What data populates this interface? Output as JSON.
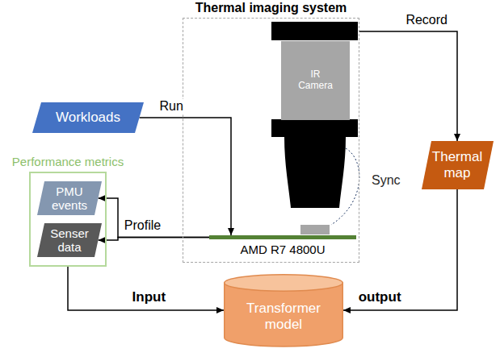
{
  "diagram": {
    "nodes": [
      {
        "text": [
          "Thermal imaging system"
        ]
      },
      {
        "text": [
          "IR Camera"
        ],
        "in": 0
      },
      {
        "text": [
          "AMD R7 4800U"
        ],
        "in": 0
      },
      {
        "text": [
          "Workloads"
        ]
      },
      {
        "text": [
          "Performance metrics"
        ]
      },
      {
        "text": [
          "PMU events"
        ],
        "in": 4
      },
      {
        "text": [
          "Senser data"
        ],
        "in": 4
      },
      {
        "text": [
          "Thermal map"
        ]
      },
      {
        "text": [
          "Transformer model"
        ]
      }
    ],
    "edges": [
      {
        "from": 3,
        "to": 2,
        "label": "Run",
        "arrow": "to"
      },
      {
        "from": 2,
        "to": 5,
        "label": "Profile",
        "arrow": "to"
      },
      {
        "from": 2,
        "to": 6,
        "arrow": "to"
      },
      {
        "from": 1,
        "to": 7,
        "label": "Record",
        "arrow": "to"
      },
      {
        "from": 4,
        "to": 8,
        "label": "Input",
        "arrow": "to"
      },
      {
        "from": 7,
        "to": 8,
        "label": "output",
        "arrow": "to"
      }
    ],
    "labels": [
      "Sync"
    ]
  }
}
